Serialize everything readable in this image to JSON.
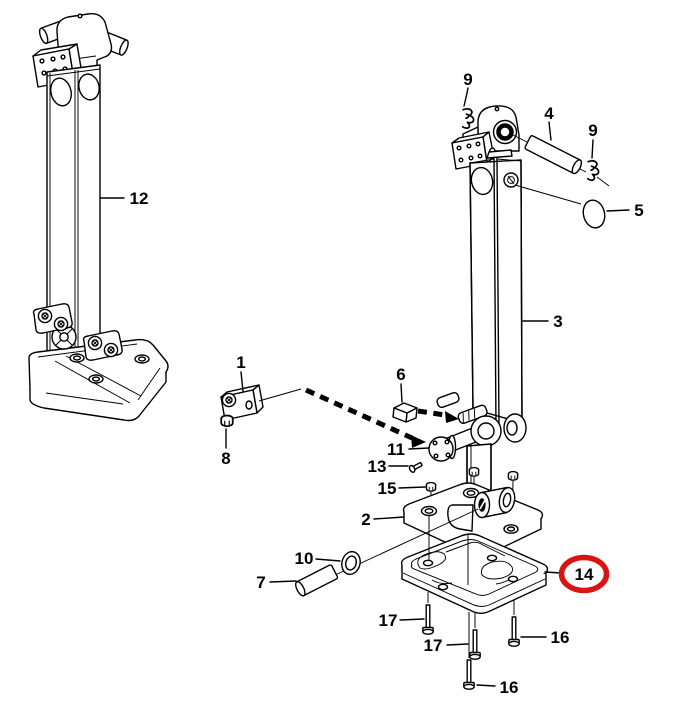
{
  "diagram": {
    "type": "exploded-parts-diagram",
    "background": "#ffffff",
    "line_color": "#000000",
    "highlight_color": "#da1410",
    "highlighted_callout": "14",
    "callouts": [
      {
        "label": "12"
      },
      {
        "label": "9"
      },
      {
        "label": "4"
      },
      {
        "label": "9"
      },
      {
        "label": "5"
      },
      {
        "label": "3"
      },
      {
        "label": "1"
      },
      {
        "label": "6"
      },
      {
        "label": "8"
      },
      {
        "label": "11"
      },
      {
        "label": "13"
      },
      {
        "label": "15"
      },
      {
        "label": "2"
      },
      {
        "label": "10"
      },
      {
        "label": "7"
      },
      {
        "label": "14"
      },
      {
        "label": "17"
      },
      {
        "label": "17"
      },
      {
        "label": "16"
      },
      {
        "label": "16"
      }
    ]
  }
}
